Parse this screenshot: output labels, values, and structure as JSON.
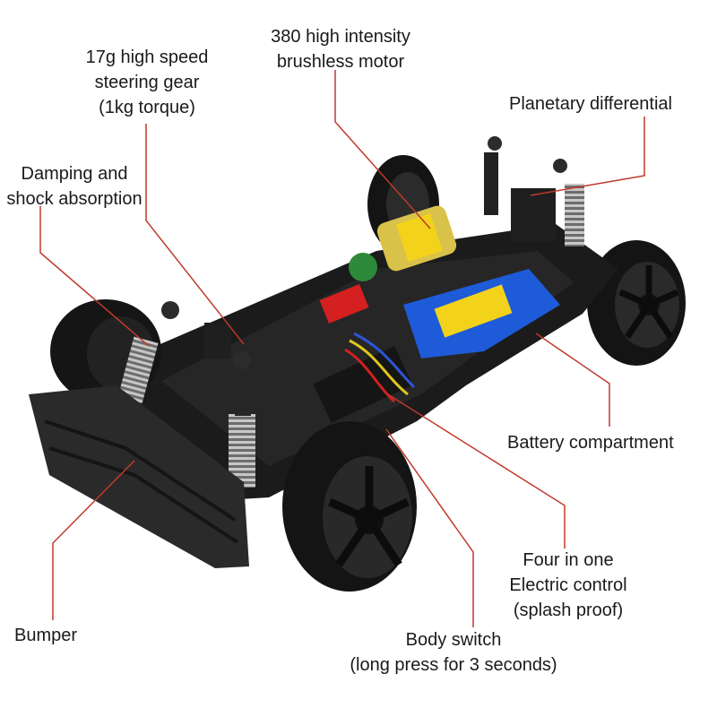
{
  "labels": {
    "steering_gear": [
      "17g high speed",
      "steering gear",
      "(1kg torque)"
    ],
    "motor": [
      "380 high intensity",
      "brushless motor"
    ],
    "differential": [
      "Planetary differential"
    ],
    "damping": [
      "Damping and",
      "shock absorption"
    ],
    "battery": [
      "Battery compartment"
    ],
    "esc": [
      "Four in one",
      "Electric control",
      "(splash proof)"
    ],
    "bumper": [
      "Bumper"
    ],
    "body_switch": [
      "Body switch",
      "(long press for 3 seconds)"
    ]
  },
  "colors": {
    "leader_line": "#c0392b",
    "text": "#1a1a1a",
    "chassis": "#1b1b1b",
    "tire": "#141414",
    "battery": "#1e5bd8",
    "battery_label": "#f2d21b",
    "motor": "#d9c24a",
    "connector": "#d42020",
    "spring": "#9a9a9a"
  }
}
